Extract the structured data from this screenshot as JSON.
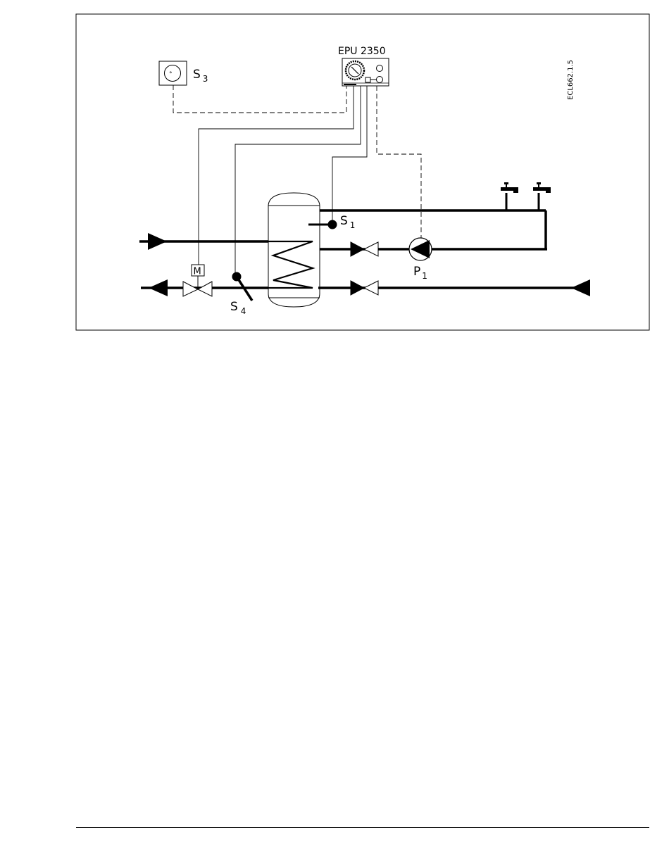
{
  "diagram": {
    "controller": {
      "label": "EPU 2350"
    },
    "room_sensor": {
      "label": "S",
      "subscript": "3"
    },
    "flow_sensor": {
      "label": "S",
      "subscript": "1"
    },
    "return_sensor": {
      "label": "S",
      "subscript": "4"
    },
    "pump": {
      "label": "P",
      "subscript": "1"
    },
    "motor_valve": {
      "label": "M"
    },
    "drawing_code": "ECL662.1.5"
  },
  "colors": {
    "line": "#000000",
    "background": "#ffffff"
  }
}
